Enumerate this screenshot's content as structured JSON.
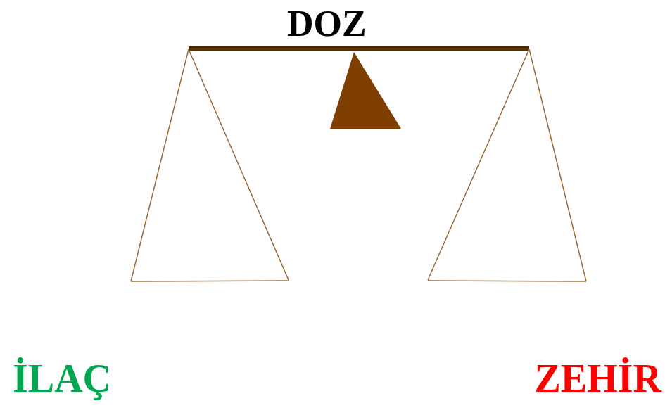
{
  "diagram": {
    "title": "DOZ",
    "labels": [
      "İLAÇ",
      "ZEHİR"
    ]
  }
}
